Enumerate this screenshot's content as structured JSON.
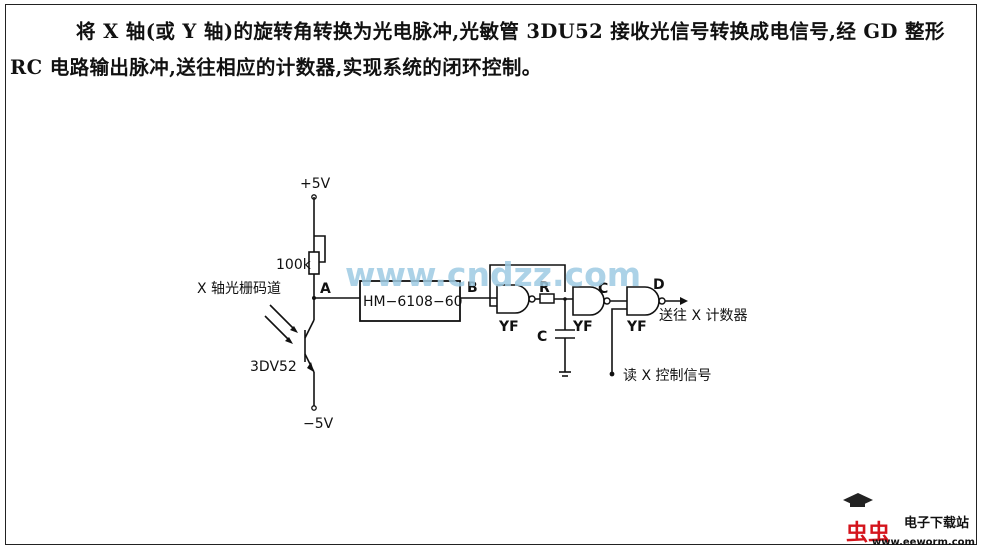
{
  "description": "将 X 轴(或 Y 轴)的旋转角转换为光电脉冲,光敏管 3DU52 接收光信号转换成电信号,经 GD 整形 RC 电路输出脉冲,送往相应的计数器,实现系统的闭环控制。",
  "labels": {
    "vplus": "+5V",
    "vminus": "−5V",
    "res100k": "100k",
    "grating": "X 轴光栅码道",
    "transistor": "3DV52",
    "chip": "HM−6108−60",
    "node_a": "A",
    "node_b": "B",
    "node_c": "C",
    "node_d": "D",
    "gate1": "YF",
    "gate2": "YF",
    "gate3": "YF",
    "res_r": "R",
    "cap_c": "C",
    "output": "送往 X 计数器",
    "read_signal": "读 X 控制信号"
  },
  "watermark": "www.cndzz.com",
  "logo": {
    "brand": "电子下载站",
    "url": "www.eeworm.com",
    "accent_color": "#d4141c"
  }
}
